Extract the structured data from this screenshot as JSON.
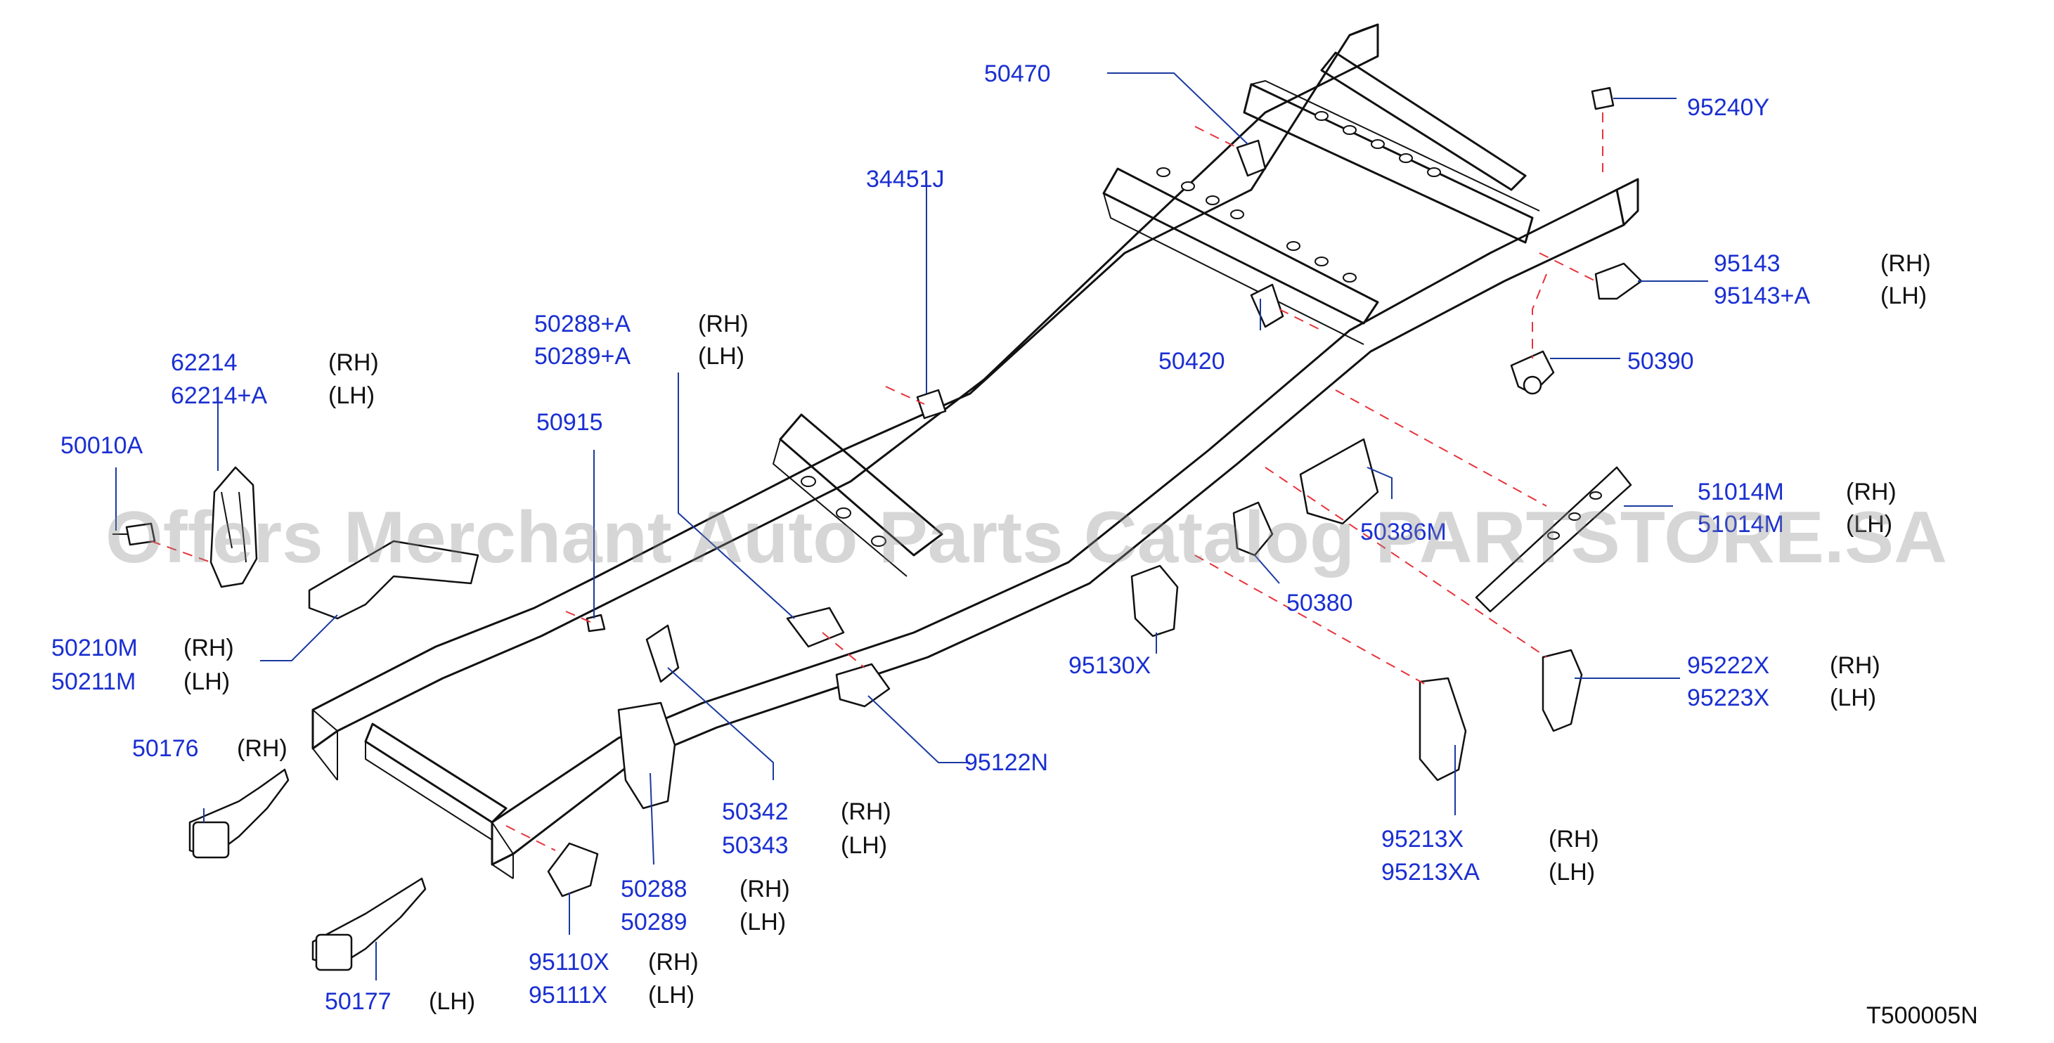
{
  "callouts": [
    {
      "id": "c50470",
      "part": "50470",
      "side": ""
    },
    {
      "id": "c95240y",
      "part": "95240Y",
      "side": ""
    },
    {
      "id": "c34451j",
      "part": "34451J",
      "side": ""
    },
    {
      "id": "c95143",
      "part": "95143",
      "side": "(RH)"
    },
    {
      "id": "c95143a",
      "part": "95143+A",
      "side": "(LH)"
    },
    {
      "id": "c50288a",
      "part": "50288+A",
      "side": "(RH)"
    },
    {
      "id": "c50289a",
      "part": "50289+A",
      "side": "(LH)"
    },
    {
      "id": "c62214",
      "part": "62214",
      "side": "(RH)"
    },
    {
      "id": "c62214a",
      "part": "62214+A",
      "side": "(LH)"
    },
    {
      "id": "c50420",
      "part": "50420",
      "side": ""
    },
    {
      "id": "c50390",
      "part": "50390",
      "side": ""
    },
    {
      "id": "c50915",
      "part": "50915",
      "side": ""
    },
    {
      "id": "c50010a",
      "part": "50010A",
      "side": ""
    },
    {
      "id": "c51014m",
      "part": "51014M",
      "side": "(RH)"
    },
    {
      "id": "c51015m",
      "part": "51014M",
      "side": "(LH)"
    },
    {
      "id": "c50386m",
      "part": "50386M",
      "side": ""
    },
    {
      "id": "c50380",
      "part": "50380",
      "side": ""
    },
    {
      "id": "c50210m",
      "part": "50210M",
      "side": "(RH)"
    },
    {
      "id": "c50211m",
      "part": "50211M",
      "side": "(LH)"
    },
    {
      "id": "c95130x",
      "part": "95130X",
      "side": ""
    },
    {
      "id": "c95222x",
      "part": "95222X",
      "side": "(RH)"
    },
    {
      "id": "c95223x",
      "part": "95223X",
      "side": "(LH)"
    },
    {
      "id": "c50176",
      "part": "50176",
      "side": "(RH)"
    },
    {
      "id": "c95122n",
      "part": "95122N",
      "side": ""
    },
    {
      "id": "c50342",
      "part": "50342",
      "side": "(RH)"
    },
    {
      "id": "c50343",
      "part": "50343",
      "side": "(LH)"
    },
    {
      "id": "c95213x",
      "part": "95213X",
      "side": "(RH)"
    },
    {
      "id": "c95213xa",
      "part": "95213XA",
      "side": "(LH)"
    },
    {
      "id": "c50288",
      "part": "50288",
      "side": "(RH)"
    },
    {
      "id": "c50289",
      "part": "50289",
      "side": "(LH)"
    },
    {
      "id": "c95110x",
      "part": "95110X",
      "side": "(RH)"
    },
    {
      "id": "c95111x",
      "part": "95111X",
      "side": "(LH)"
    },
    {
      "id": "c50177",
      "part": "50177",
      "side": "(LH)"
    }
  ],
  "drawing_code": "T500005N",
  "watermark": "Offers Merchant Auto Parts Catalog PARTSTORE.SA"
}
